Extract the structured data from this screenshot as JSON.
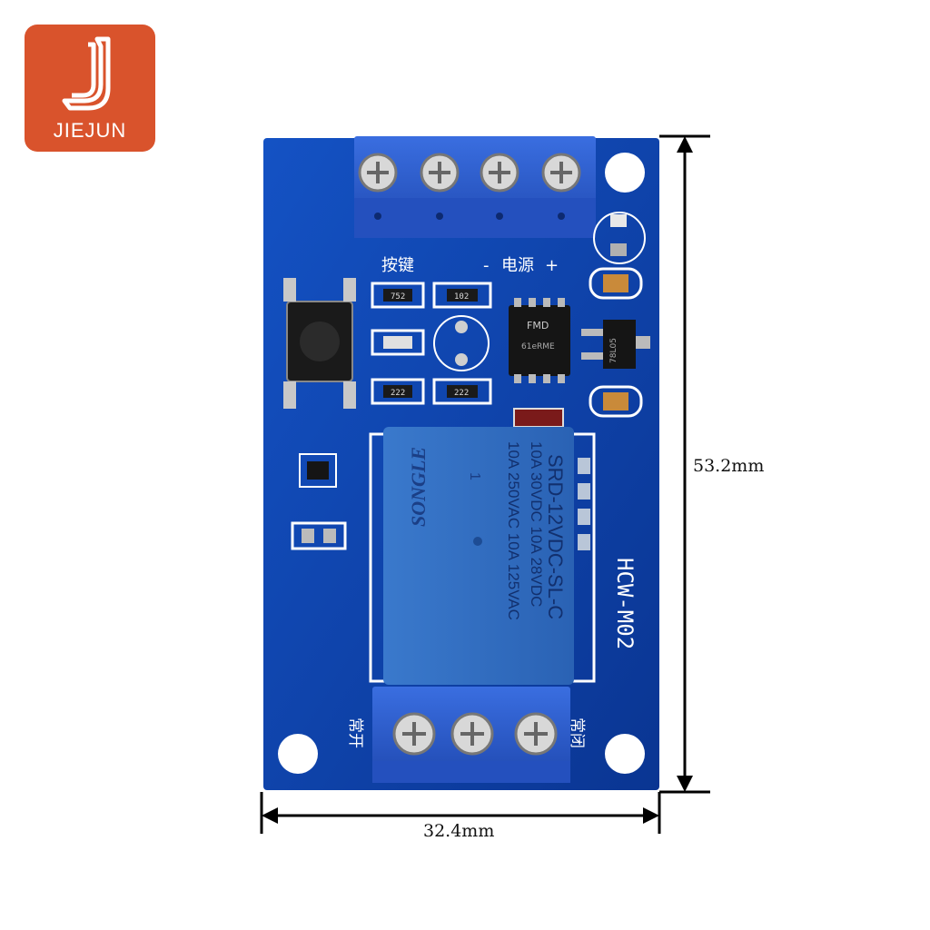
{
  "brand": {
    "logo_text": "JIEJUN",
    "color": "#d9532c"
  },
  "board": {
    "model": "HCW-M02",
    "relay": {
      "brand": "SONGLE",
      "model": "SRD-12VDC-SL-C",
      "ratings": [
        "10A 250VAC 10A 125VAC",
        "10A 30VDC 10A 28VDC"
      ],
      "pin_mark": "1"
    },
    "ic_label": "FMD",
    "ic_sub": "61eRME",
    "regulator": "78L05",
    "resistor_codes": [
      "752",
      "102",
      "222",
      "222"
    ],
    "top_terminal_labels": {
      "button": "按键",
      "power": "电源",
      "minus": "-",
      "plus": "+"
    },
    "bottom_terminal_labels": {
      "no": "常开",
      "nc": "常闭"
    },
    "pcb_color": "#0d3fa6",
    "terminal_color": "#2a56c4"
  },
  "dimensions": {
    "height": "53.2mm",
    "width": "32.4mm"
  }
}
